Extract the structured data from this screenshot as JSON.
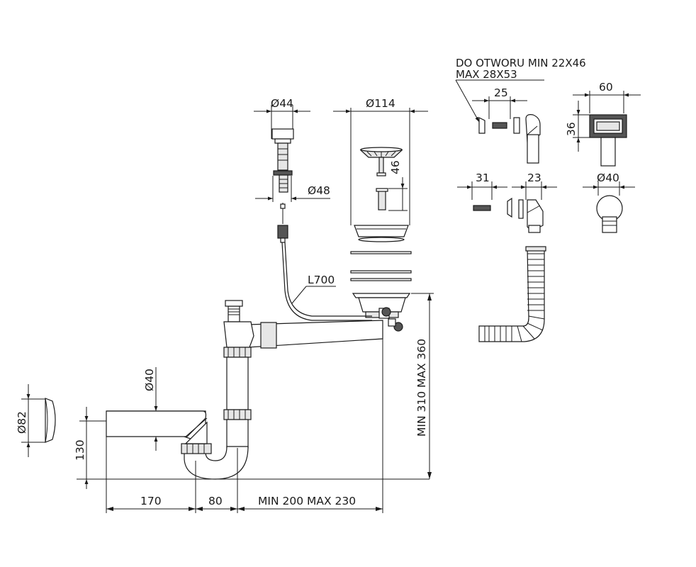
{
  "labels": {
    "d44": "Ø44",
    "d114": "Ø114",
    "d48": "Ø48",
    "h46": "46",
    "l700": "L700",
    "note_line1": "DO OTWORU MIN 22X46",
    "note_line2": "MAX 28X53",
    "w25": "25",
    "w60": "60",
    "h36": "36",
    "w31": "31",
    "w23": "23",
    "d40_right": "Ø40",
    "d40_left": "Ø40",
    "d82": "Ø82",
    "h130": "130",
    "w170": "170",
    "w80": "80",
    "w200_230": "MIN 200 MAX 230",
    "h310_360": "MIN 310 MAX 360"
  }
}
